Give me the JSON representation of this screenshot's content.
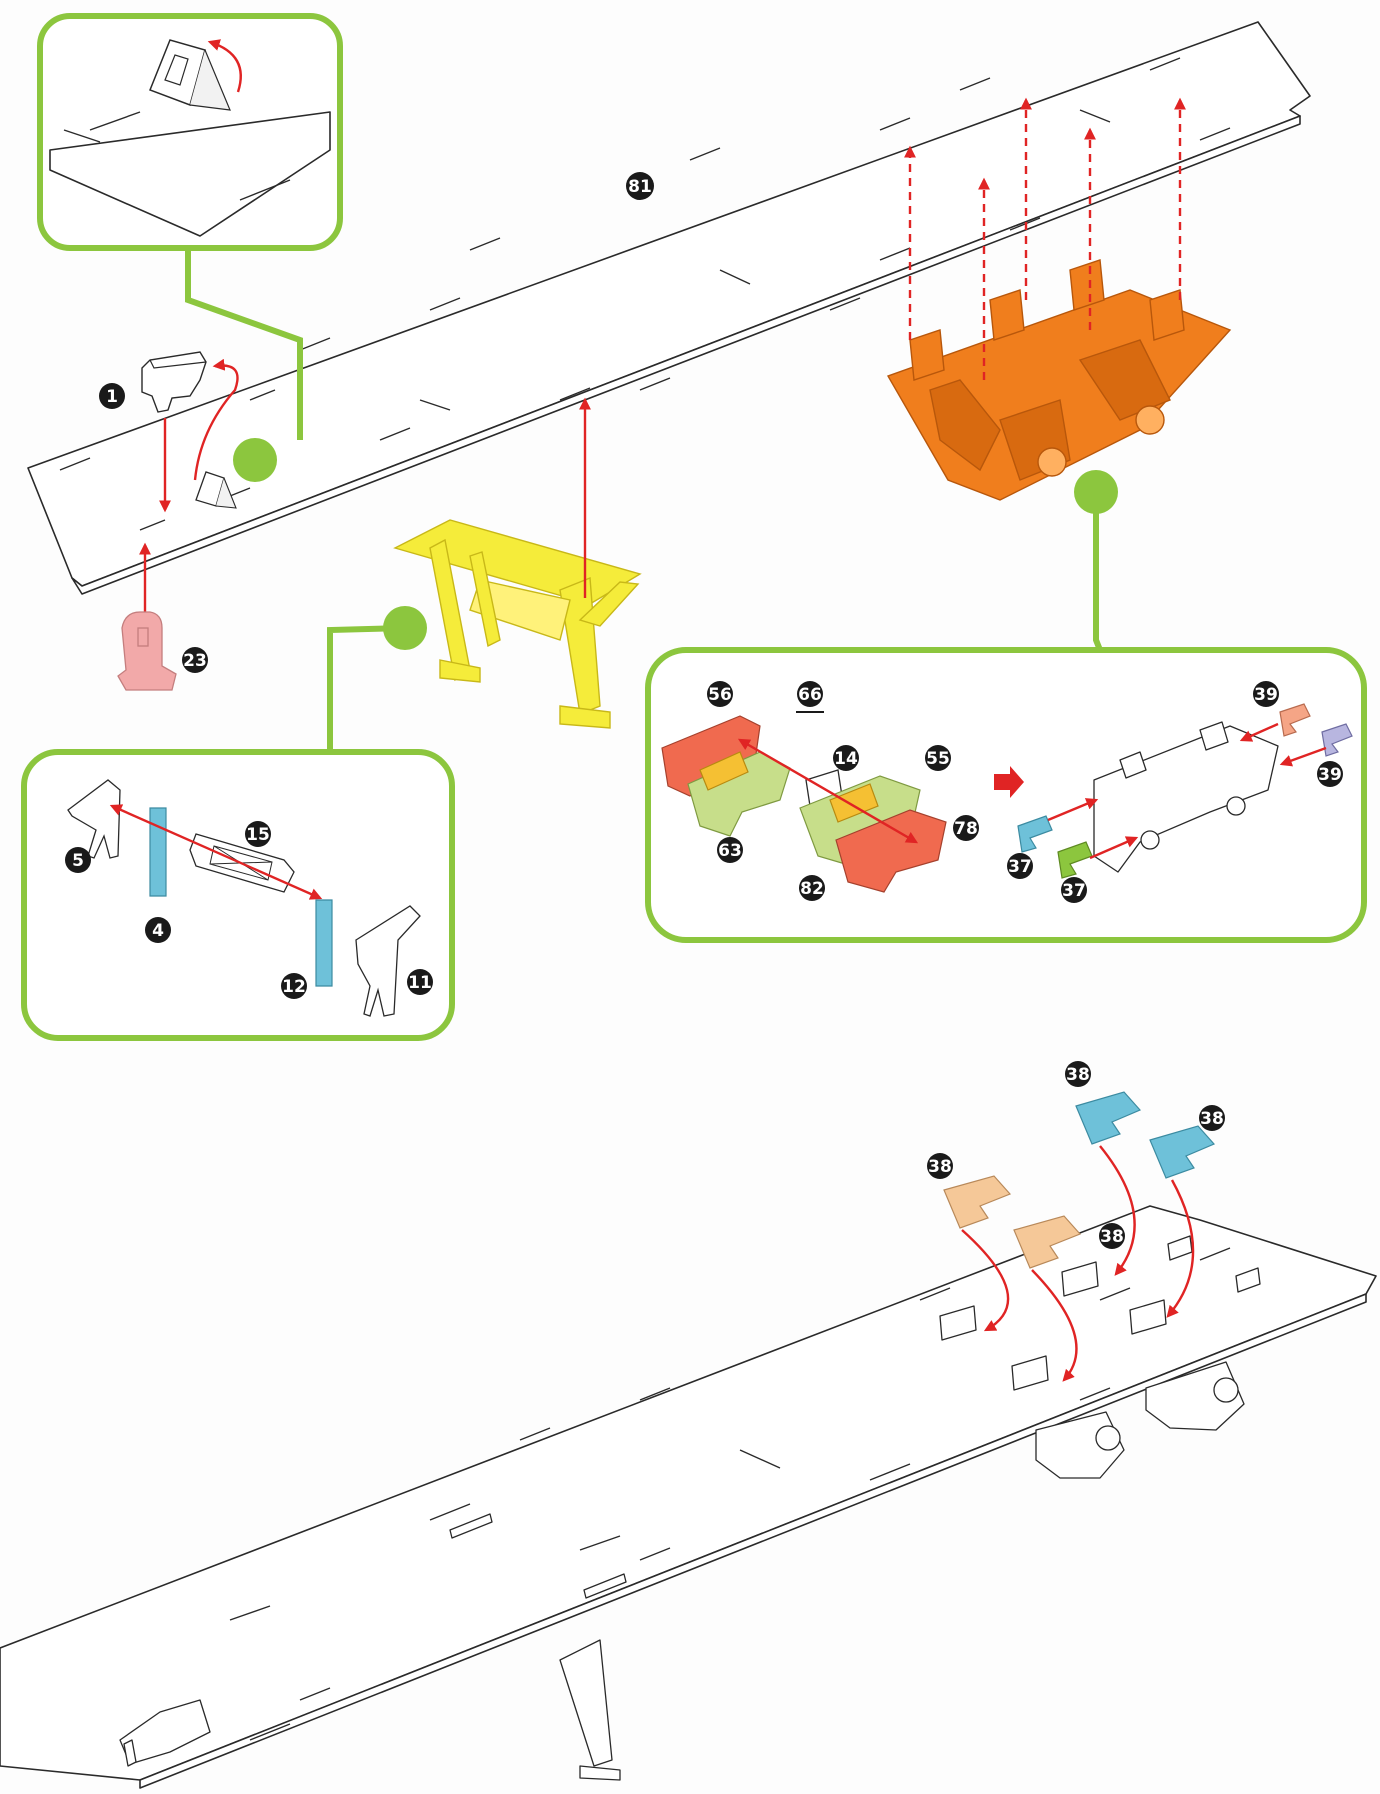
{
  "labels": {
    "p81": "81",
    "p1": "1",
    "p23": "23",
    "p56": "56",
    "p66": "66",
    "p14": "14",
    "p55": "55",
    "p78": "78",
    "p63": "63",
    "p82": "82",
    "p39a": "39",
    "p39b": "39",
    "p37a": "37",
    "p37b": "37",
    "p15": "15",
    "p5": "5",
    "p4": "4",
    "p12": "12",
    "p11": "11",
    "p38a": "38",
    "p38b": "38",
    "p38c": "38",
    "p38d": "38"
  },
  "colors": {
    "callout_green": "#8cc63e",
    "arrow_red": "#e02424",
    "bogie_orange": "#f07e1d",
    "pylon_yellow": "#f5ec3a",
    "part_pink": "#f2a9a9",
    "part_blue": "#6ec1d9",
    "part_salmon": "#f06a4f",
    "part_lightgreen": "#c7de8a",
    "part_gold": "#f5c033",
    "part_tan": "#f5c898",
    "part_lavender": "#b8b6e0",
    "badge_black": "#1a1a1a"
  }
}
